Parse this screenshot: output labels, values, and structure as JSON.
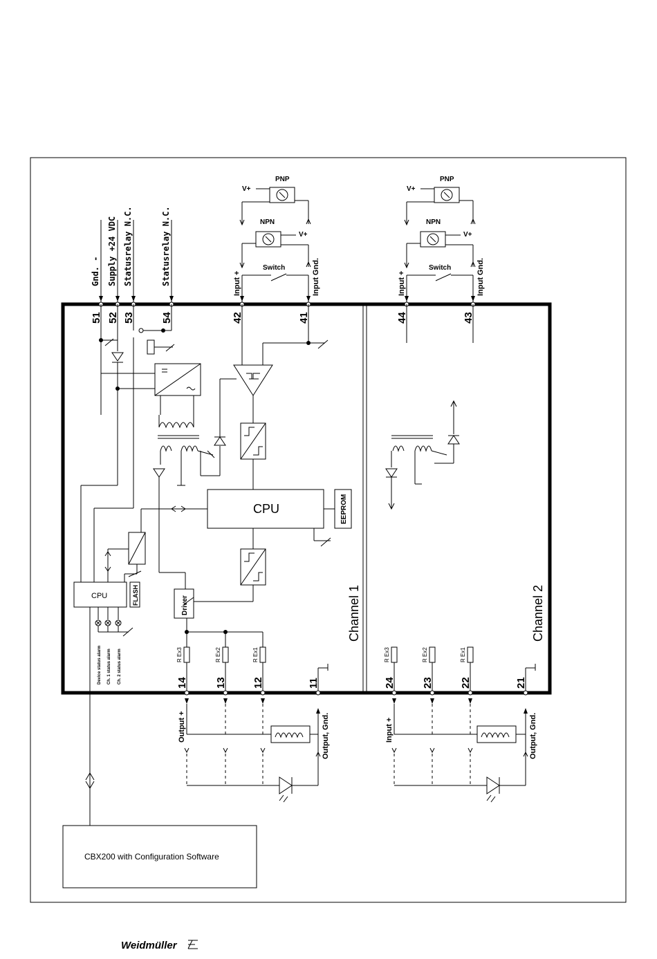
{
  "top_terminals": [
    {
      "num": "51",
      "label": "Gnd. -"
    },
    {
      "num": "52",
      "label": "Supply +24 VDC"
    },
    {
      "num": "53",
      "label": "Statusrelay N.C."
    },
    {
      "num": "54",
      "label": "Statusrelay N.C."
    }
  ],
  "channel1": {
    "name": "Channel 1",
    "terminals": {
      "input_plus": "42",
      "input_gnd": "41"
    },
    "input_labels": {
      "plus": "Input +",
      "gnd": "Input Gnd."
    },
    "bottom_terminals": [
      "14",
      "13",
      "12",
      "11"
    ],
    "resistors": [
      "R Ex3",
      "R Ex2",
      "R Ex1"
    ],
    "output_labels": {
      "plus": "Output +",
      "gnd": "Output, Gnd."
    }
  },
  "channel2": {
    "name": "Channel 2",
    "terminals": {
      "input_plus": "44",
      "input_gnd": "43"
    },
    "input_labels": {
      "plus": "Input +",
      "gnd": "Input Gnd."
    },
    "bottom_terminals": [
      "24",
      "23",
      "22",
      "21"
    ],
    "resistors": [
      "R Ex3",
      "R Ex2",
      "R Ex1"
    ],
    "output_labels": {
      "plus": "Input +",
      "gnd": "Output, Gnd."
    }
  },
  "sensor_labels": {
    "pnp": "PNP",
    "npn": "NPN",
    "switch": "Switch",
    "vplus": "V+"
  },
  "blocks": {
    "cpu_main": "CPU",
    "eeprom": "EEPROM",
    "cpu_small": "CPU",
    "flash": "FLASH",
    "driver": "Driver"
  },
  "leds": [
    "Device status alarm",
    "Ch. 1 status alarm",
    "Ch. 2 status alarm"
  ],
  "config_box": "CBX200 with Configuration Software",
  "footer_logo": "Weidmüller"
}
